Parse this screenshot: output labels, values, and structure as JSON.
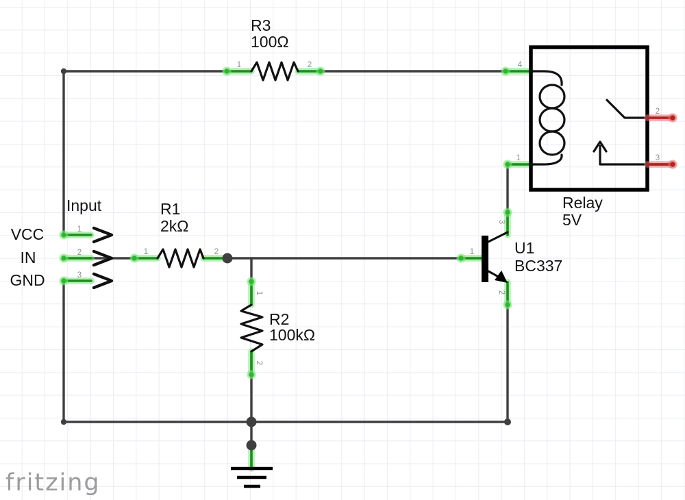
{
  "watermark": "fritzing",
  "canvas": {
    "background": "#ffffff",
    "grid_color": "#e9ecf3"
  },
  "colors": {
    "wire": "#3f3f3f",
    "connected_pin_green": "#1e8c1e",
    "unconnected_terminal_red": "#b42222",
    "label_text": "#121212",
    "pin_number_text": "#8f8f8f"
  },
  "components": {
    "input_header": {
      "label": "Input",
      "pin_names": [
        "VCC",
        "IN",
        "GND"
      ],
      "pin_numbers": [
        "1",
        "2",
        "3"
      ]
    },
    "r1": {
      "designator": "R1",
      "value": "2kΩ",
      "pin_numbers": [
        "1",
        "2"
      ]
    },
    "r2": {
      "designator": "R2",
      "value": "100kΩ",
      "pin_numbers": [
        "1",
        "2"
      ]
    },
    "r3": {
      "designator": "R3",
      "value": "100Ω",
      "pin_numbers": [
        "1",
        "2"
      ]
    },
    "u1": {
      "designator": "U1",
      "value": "BC337",
      "pin_numbers": {
        "base": "1",
        "emitter": "2",
        "collector": "3"
      }
    },
    "relay": {
      "designator": "Relay",
      "value": "5V",
      "pin_numbers": {
        "coil_top": "4",
        "coil_bottom": "1",
        "switched": "2",
        "common": "3"
      }
    }
  }
}
